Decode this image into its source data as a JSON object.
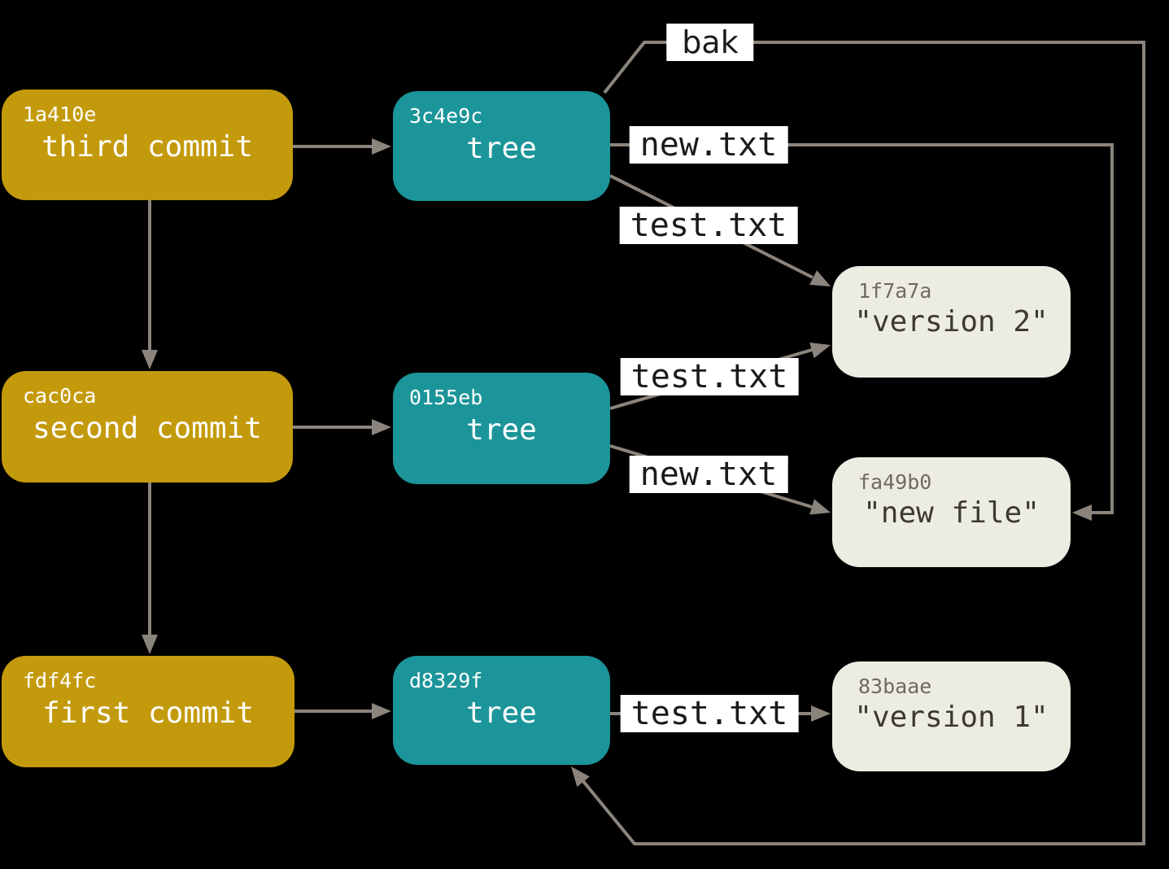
{
  "colors": {
    "background": "#000000",
    "commit_fill": "#C49A0D",
    "tree_fill": "#1B9599",
    "blob_fill": "#EDECE2",
    "node_text": "#FFFFFF",
    "blob_hash_text": "#6E6A62",
    "blob_value_text": "#3C3935",
    "edge_line": "#8B847C",
    "edge_label_bg": "#FFFFFF",
    "edge_label_text": "#1A1A1A"
  },
  "nodes": {
    "commits": [
      {
        "hash": "1a410e",
        "label": "third commit"
      },
      {
        "hash": "cac0ca",
        "label": "second commit"
      },
      {
        "hash": "fdf4fc",
        "label": "first commit"
      }
    ],
    "trees": [
      {
        "hash": "3c4e9c",
        "label": "tree"
      },
      {
        "hash": "0155eb",
        "label": "tree"
      },
      {
        "hash": "d8329f",
        "label": "tree"
      }
    ],
    "blobs": [
      {
        "hash": "1f7a7a",
        "label": "\"version 2\""
      },
      {
        "hash": "fa49b0",
        "label": "\"new file\""
      },
      {
        "hash": "83baae",
        "label": "\"version 1\""
      }
    ]
  },
  "edge_labels": [
    {
      "id": "bak",
      "text": "bak"
    },
    {
      "id": "new-txt-top",
      "text": "new.txt"
    },
    {
      "id": "test-txt-top",
      "text": "test.txt"
    },
    {
      "id": "test-txt-mid",
      "text": "test.txt"
    },
    {
      "id": "new-txt-mid",
      "text": "new.txt"
    },
    {
      "id": "test-txt-bottom",
      "text": "test.txt"
    }
  ]
}
